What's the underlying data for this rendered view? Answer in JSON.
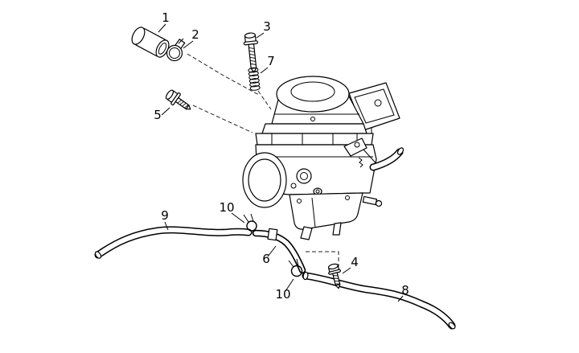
{
  "diagram": {
    "callouts": [
      {
        "label": "1"
      },
      {
        "label": "2"
      },
      {
        "label": "3"
      },
      {
        "label": "7"
      },
      {
        "label": "5"
      },
      {
        "label": "9"
      },
      {
        "label": "10"
      },
      {
        "label": "6"
      },
      {
        "label": "10"
      },
      {
        "label": "4"
      },
      {
        "label": "8"
      }
    ],
    "colors": {
      "background": "#ffffff",
      "line": "#000000"
    }
  }
}
